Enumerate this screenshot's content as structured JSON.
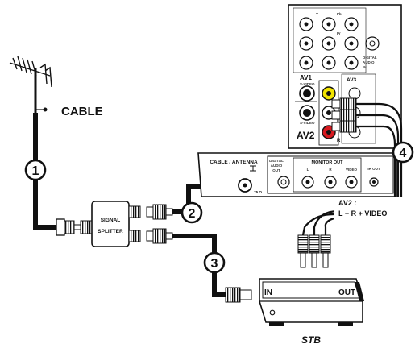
{
  "labels": {
    "cable": "CABLE",
    "cable_antenna": "CABLE / ANTENNA",
    "ohms": "75 Ω",
    "signal": "SIGNAL",
    "splitter": "SPLITTER",
    "monitor_out": "MONITOR OUT",
    "digital_audio_out_1": "DIGITAL",
    "digital_audio_out_2": "AUDIO",
    "digital_audio_out_3": "OUT",
    "mon_l": "L",
    "mon_r": "R",
    "mon_video": "VIDEO",
    "ir_out": "IR OUT",
    "av1": "AV1",
    "av2": "AV2",
    "av3": "AV3",
    "svideo_top": "S-VIDEO",
    "svideo_bottom": "S-VIDEO",
    "video": "VIDEO",
    "l": "L",
    "r": "R",
    "y": "Y",
    "pb": "Pb",
    "pr": "Pr",
    "digital_audio_in_1": "DIGITAL",
    "digital_audio_in_2": "AUDIO",
    "digital_audio_in_3": "IN",
    "av2_callout": "AV2 :",
    "av2_callout_2": "L + R + VIDEO",
    "stb": "STB",
    "stb_in": "IN",
    "stb_out": "OUT"
  },
  "steps": [
    "1",
    "2",
    "3",
    "4"
  ],
  "colors": {
    "cable": "#111111",
    "panel_bg": "#ffffff",
    "jack_video": "#f2e400",
    "jack_audio_r": "#d71920",
    "jack_audio_l": "#ffffff",
    "callout_bg": "#ffffff"
  }
}
